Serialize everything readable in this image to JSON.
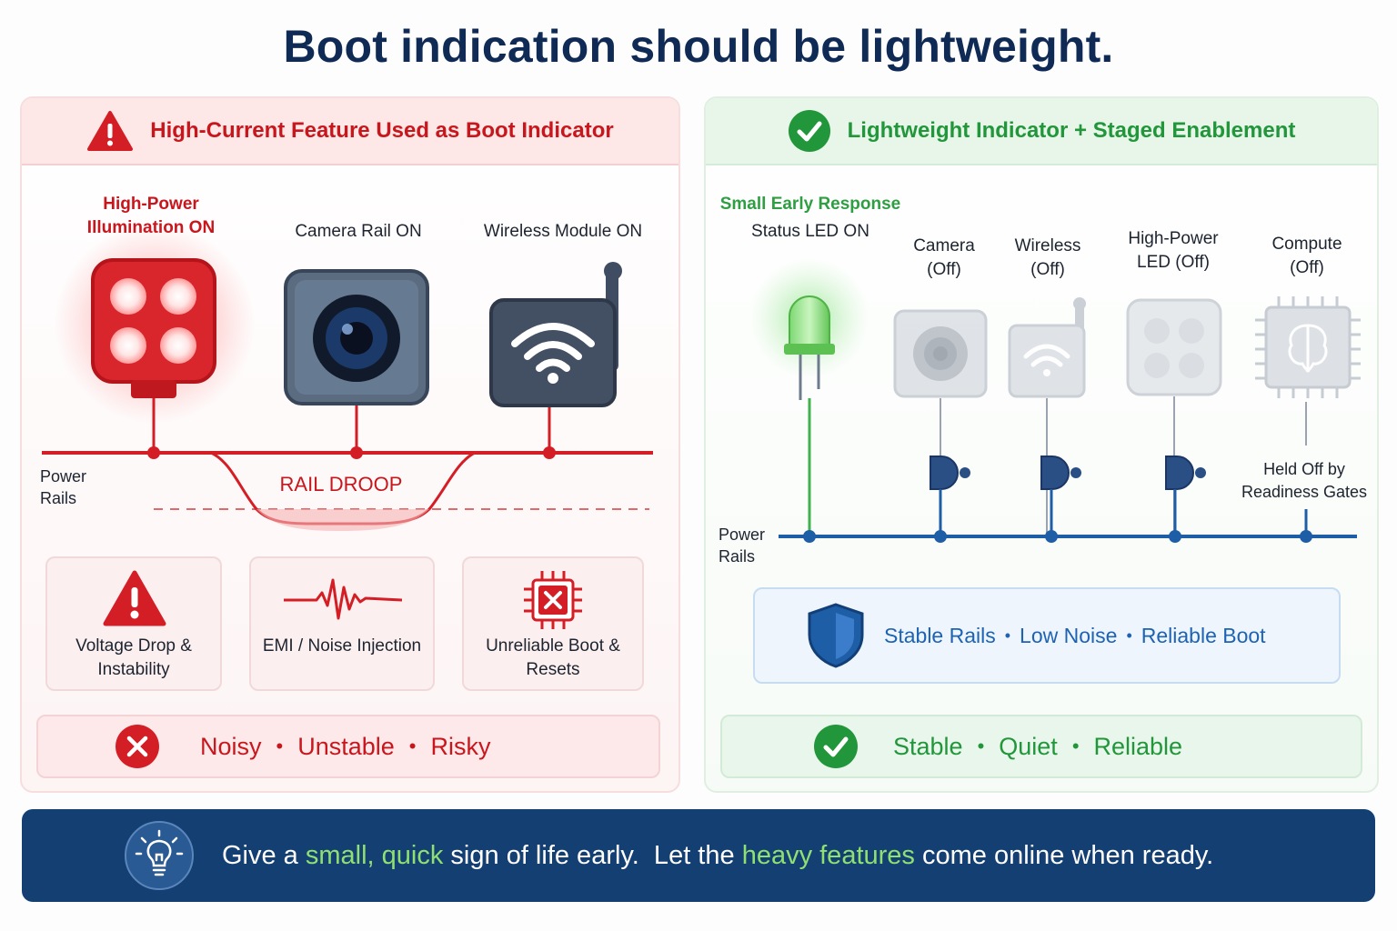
{
  "title": "Boot indication should be lightweight.",
  "left_panel": {
    "header": "High-Current Feature Used as Boot Indicator",
    "illumination_label": "High-Power Illumination ON",
    "camera_label": "Camera Rail ON",
    "wireless_label": "Wireless Module ON",
    "rails_label": "Power Rails",
    "droop_label": "RAIL DROOP",
    "cards": [
      {
        "label": "Voltage Drop & Instability",
        "icon": "warning-icon"
      },
      {
        "label": "EMI / Noise Injection",
        "icon": "noise-waveform-icon"
      },
      {
        "label": "Unreliable Boot & Resets",
        "icon": "chip-error-icon"
      }
    ],
    "summary": [
      "Noisy",
      "Unstable",
      "Risky"
    ],
    "color": "#c8161d"
  },
  "right_panel": {
    "header": "Lightweight Indicator + Staged Enablement",
    "early_label": "Small Early Response",
    "status_led_label": "Status LED ON",
    "camera_label": "Camera (Off)",
    "wireless_label": "Wireless (Off)",
    "led_label": "High-Power LED (Off)",
    "compute_label": "Compute (Off)",
    "held_off_label": "Held Off by Readiness Gates",
    "rails_label": "Power Rails",
    "info": [
      "Stable Rails",
      "Low Noise",
      "Reliable Boot"
    ],
    "summary": [
      "Stable",
      "Quiet",
      "Reliable"
    ],
    "color": "#22963b"
  },
  "footer": {
    "part1": "Give a ",
    "highlight1": "small, quick",
    "part2": " sign of life early.  Let the ",
    "highlight2": "heavy features",
    "part3": " come online when ready.",
    "icon": "lightbulb-icon"
  }
}
